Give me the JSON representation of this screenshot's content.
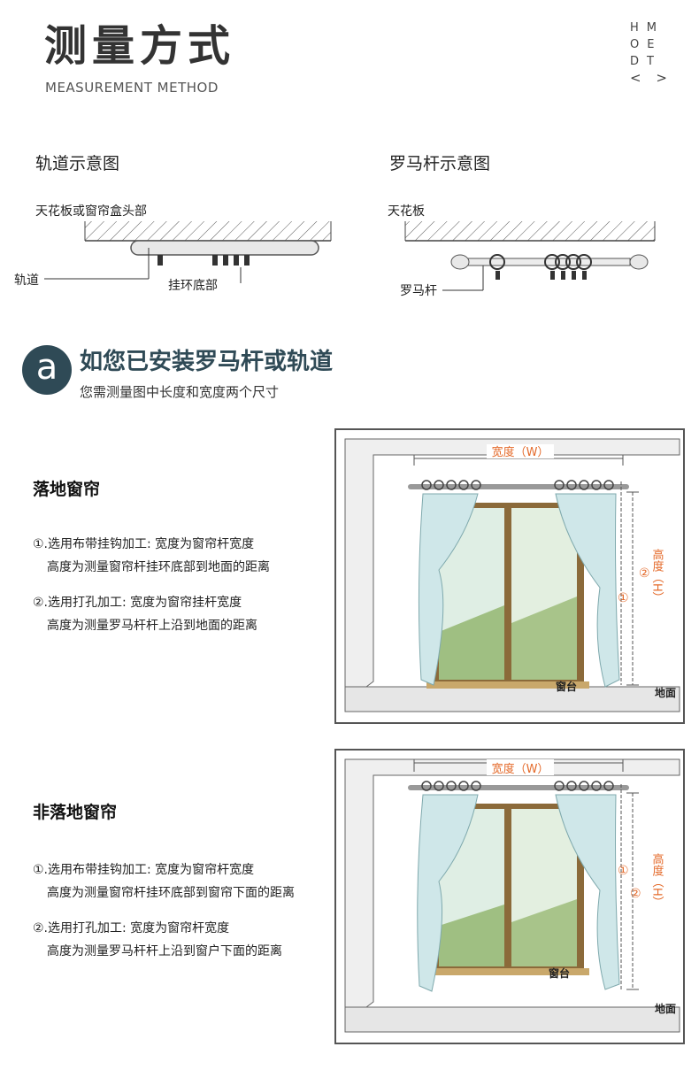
{
  "header": {
    "title_cn": "测量方式",
    "title_en": "MEASUREMENT METHOD",
    "logo_lines": [
      "HM",
      "OE",
      "DT"
    ],
    "logo_arrows": "< >"
  },
  "diagrams": {
    "track": {
      "title": "轨道示意图",
      "ceiling_label": "天花板或窗帘盒头部",
      "track_label": "轨道",
      "ring_label": "挂环底部"
    },
    "rod": {
      "title": "罗马杆示意图",
      "ceiling_label": "天花板",
      "rod_label": "罗马杆"
    }
  },
  "banner": {
    "badge": "a",
    "heading": "如您已安装罗马杆或轨道",
    "subheading": "您需测量图中长度和宽度两个尺寸"
  },
  "sections": [
    {
      "title": "落地窗帘",
      "items": [
        {
          "line1": "①.选用布带挂钩加工: 宽度为窗帘杆宽度",
          "line2": "高度为测量窗帘杆挂环底部到地面的距离"
        },
        {
          "line1": "②.选用打孔加工: 宽度为窗帘挂杆宽度",
          "line2": "高度为测量罗马杆杆上沿到地面的距离"
        }
      ],
      "figure": {
        "width_label": "宽度（W）",
        "height_label": "高度（H）",
        "mark1": "①",
        "mark2": "②",
        "sill_label": "窗台",
        "floor_label": "地面"
      }
    },
    {
      "title": "非落地窗帘",
      "items": [
        {
          "line1": "①.选用布带挂钩加工: 宽度为窗帘杆宽度",
          "line2": "高度为测量窗帘杆挂环底部到窗帘下面的距离"
        },
        {
          "line1": "②.选用打孔加工: 宽度为窗帘杆宽度",
          "line2": "高度为测量罗马杆杆上沿到窗户下面的距离"
        }
      ],
      "figure": {
        "width_label": "宽度（W）",
        "height_label": "高度（H）",
        "mark1": "①",
        "mark2": "②",
        "sill_label": "窗台",
        "floor_label": "地面"
      }
    }
  ],
  "colors": {
    "accent": "#2f4a56",
    "measure": "#e46a2a",
    "curtain": "#cfe7e9",
    "curtain_edge": "#7fa9ad"
  }
}
